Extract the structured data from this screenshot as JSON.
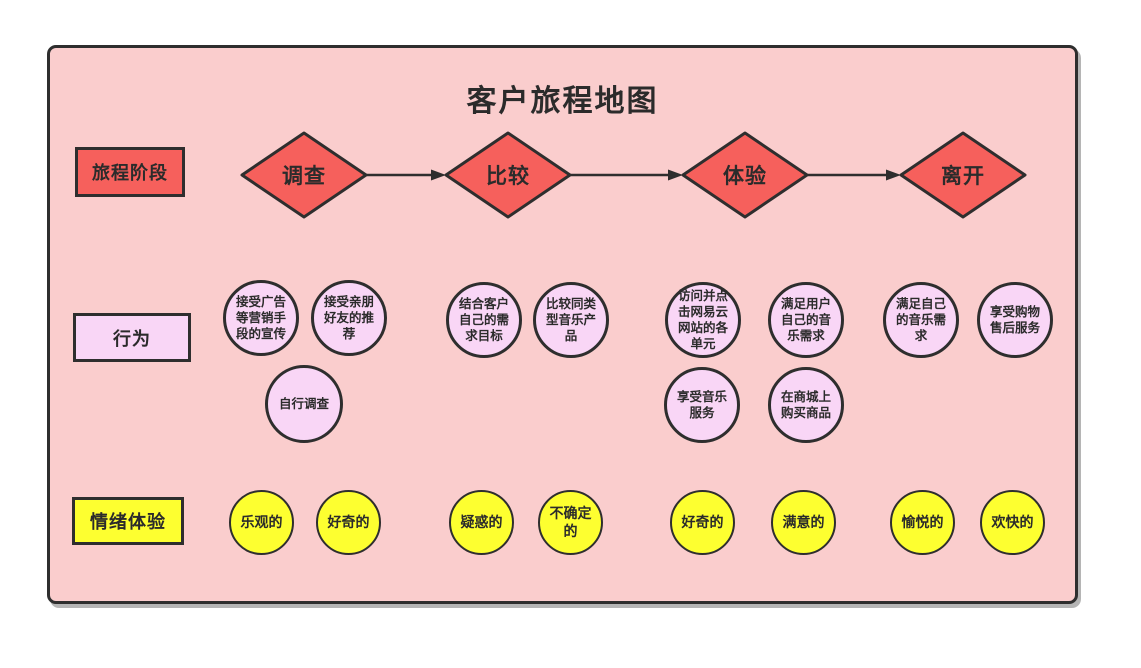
{
  "title": "客户旅程地图",
  "colors": {
    "canvas_bg": "#FACDCD",
    "stage_fill": "#F6605C",
    "behavior_fill": "#F9D6F6",
    "emotion_fill": "#FDFF30",
    "stroke": "#2E2E2E",
    "text": "#2B2B2B"
  },
  "rows": {
    "stages": {
      "label": "旅程阶段",
      "items": [
        "调查",
        "比较",
        "体验",
        "离开"
      ]
    },
    "behaviors": {
      "label": "行为",
      "items": [
        "接受广告等营销手段的宣传",
        "接受亲朋好友的推荐",
        "自行调查",
        "结合客户自己的需求目标",
        "比较同类型音乐产品",
        "访问并点击网易云网站的各单元",
        "满足用户自己的音乐需求",
        "享受音乐服务",
        "在商城上购买商品",
        "满足自己的音乐需求",
        "享受购物售后服务"
      ]
    },
    "emotions": {
      "label": "情绪体验",
      "items": [
        "乐观的",
        "好奇的",
        "疑惑的",
        "不确定的",
        "好奇的",
        "满意的",
        "愉悦的",
        "欢快的"
      ]
    }
  }
}
